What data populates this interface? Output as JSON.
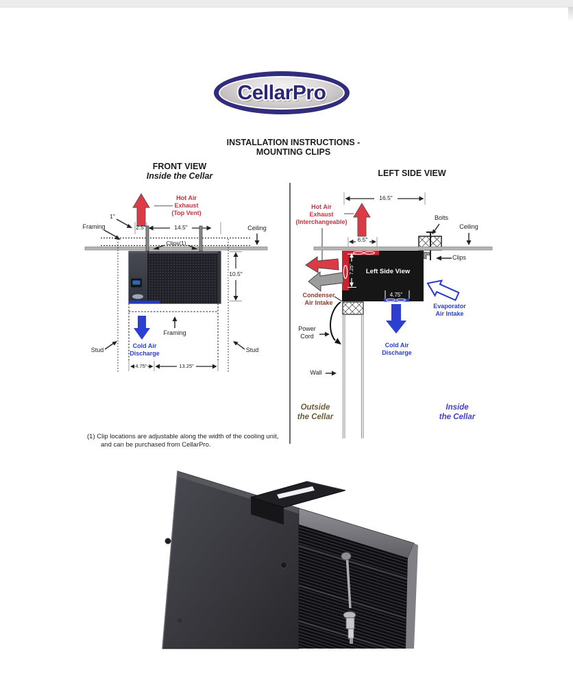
{
  "header": {
    "logo": "CellarPro",
    "title1": "INSTALLATION INSTRUCTIONS -",
    "title2": "MOUNTING CLIPS"
  },
  "front_view": {
    "title": "FRONT VIEW",
    "subtitle": "Inside the Cellar",
    "hot_air": [
      "Hot Air",
      "Exhaust",
      "(Top Vent)"
    ],
    "dim_1in": "1\"",
    "framing_top": "Framing",
    "dim_2_5": "2.5\"",
    "dim_14_5": "14.5\"",
    "ceiling": "Ceiling",
    "clips": "Clips(1)",
    "dim_10_5": "10.5\"",
    "framing_bottom": "Framing",
    "cold_air": [
      "Cold Air",
      "Discharge"
    ],
    "stud_left": "Stud",
    "stud_right": "Stud",
    "dim_4_75": "4.75\"",
    "dim_13_25": "13.25\""
  },
  "side_view": {
    "title": "LEFT SIDE VIEW",
    "dim_16_5": "16.5\"",
    "hot_air": [
      "Hot Air",
      "Exhaust",
      "(Interchangeable)"
    ],
    "bolts": "Bolts",
    "ceiling": "Ceiling",
    "dim_6_5": "6.5\"",
    "clips": "Clips",
    "unit_label": "Left Side View",
    "dim_7_25": "7.25\"",
    "dim_4_75": "4.75\"",
    "condenser": [
      "Condenser",
      "Air Intake"
    ],
    "evaporator": [
      "Evaporator",
      "Air Intake"
    ],
    "cold_air": [
      "Cold Air",
      "Discharge"
    ],
    "power_cord": [
      "Power",
      "Cord"
    ],
    "wall": "Wall",
    "outside": [
      "Outside",
      "the Cellar"
    ],
    "inside": [
      "Inside",
      "the Cellar"
    ]
  },
  "footnote": {
    "line1": "(1) Clip locations are adjustable along the width of the cooling unit,",
    "line2": "and can be purchased from CellarPro."
  },
  "colors": {
    "logo_navy": "#322c7c",
    "hot_red": "#dd3a45",
    "cold_blue": "#2b3fd1",
    "condenser_brown": "#8a4030",
    "outside_olive": "#6e5a35",
    "inside_violet": "#4340cf"
  }
}
